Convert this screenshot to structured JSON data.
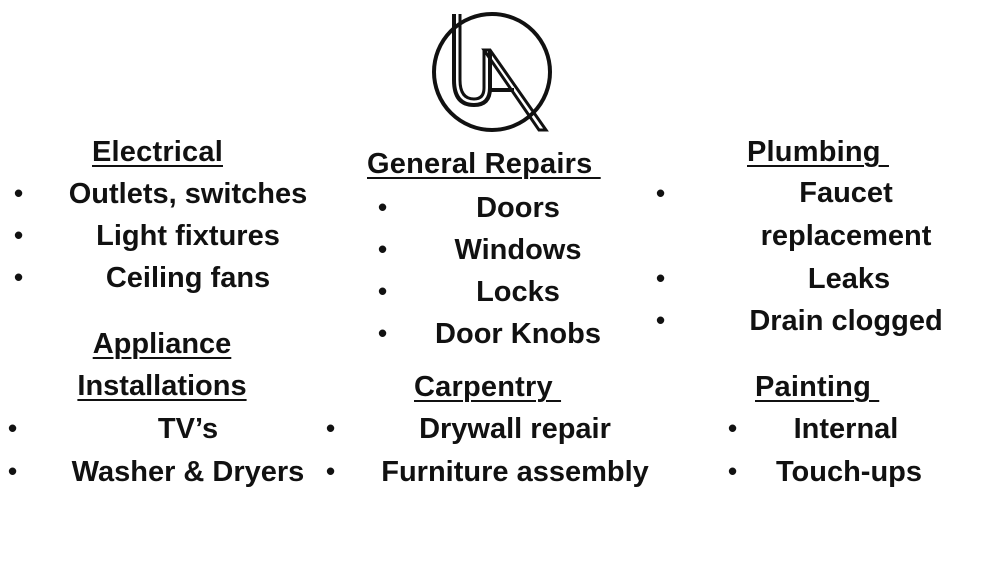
{
  "logo": {
    "icon": "ua-monogram-logo",
    "text": "UA"
  },
  "electrical": {
    "heading": "Electrical",
    "items": [
      "Outlets, switches",
      "Light fixtures",
      "Ceiling fans"
    ]
  },
  "general_repairs": {
    "heading": "General Repairs ",
    "items": [
      "Doors",
      "Windows",
      "Locks",
      "Door Knobs"
    ]
  },
  "plumbing": {
    "heading": "Plumbing ",
    "items": [
      "Faucet replacement",
      "Leaks",
      "Drain clogged"
    ]
  },
  "appliance": {
    "heading": "Appliance Installations",
    "items": [
      "TV’s",
      "Washer & Dryers"
    ]
  },
  "carpentry": {
    "heading": "Carpentry ",
    "items": [
      "Drywall repair",
      "Furniture assembly"
    ]
  },
  "painting": {
    "heading": "Painting ",
    "items": [
      "Internal",
      "Touch-ups"
    ]
  },
  "bullet_char": "•"
}
